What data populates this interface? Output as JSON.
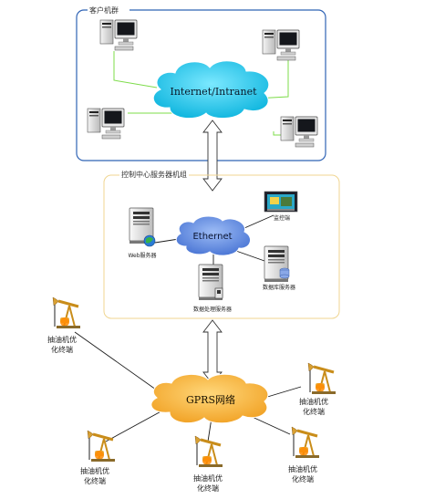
{
  "client_group": {
    "title": "客户机群"
  },
  "internet": {
    "label": "Internet/Intranet"
  },
  "control_center": {
    "title": "控制中心服务器机组"
  },
  "ethernet": {
    "label": "Ethernet"
  },
  "servers": {
    "web": "Web服务器",
    "database": "数据库服务器",
    "processing": "数据处理服务器",
    "monitor": "监控端"
  },
  "gprs": {
    "label": "GPRS网络"
  },
  "terminals": [
    "抽油机优化终端",
    "抽油机优化终端",
    "抽油机优化终端",
    "抽油机优化终端",
    "抽油机优化终端"
  ],
  "colors": {
    "client_border": "#2f63b5",
    "control_border": "#f0d590",
    "internet_cloud": "#22c4e8",
    "ethernet_cloud": "#5b86dc",
    "gprs_cloud": "#f2b13a",
    "client_links": "#7ddc4a"
  },
  "icons": [
    "computer-icon",
    "server-icon",
    "monitor-screen-icon",
    "pump-jack-icon",
    "double-arrow-icon",
    "cloud-icon"
  ]
}
